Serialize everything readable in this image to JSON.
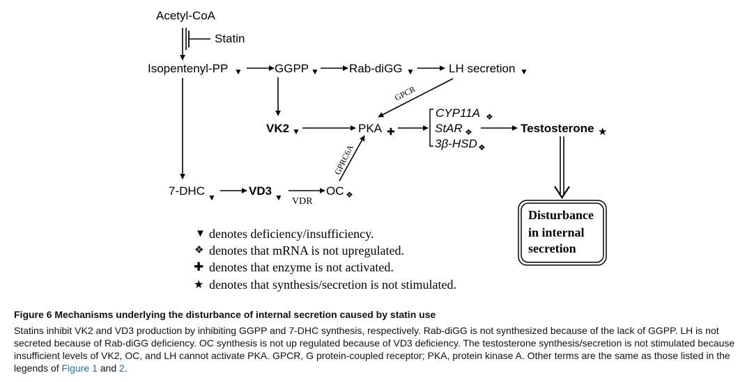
{
  "nodes": {
    "acetyl_coa": "Acetyl-CoA",
    "statin": "Statin",
    "isopentenyl_pp": "Isopentenyl-PP",
    "ggpp": "GGPP",
    "rab_digg": "Rab-diGG",
    "lh_secretion": "LH secretion",
    "vk2": "VK2",
    "pka": "PKA",
    "cyp11a": "CYP11A",
    "star": "StAR",
    "hsd": "3β-HSD",
    "testosterone": "Testosterone",
    "seven_dhc": "7-DHC",
    "vd3": "VD3",
    "oc": "OC",
    "disturbance": [
      "Disturbance",
      "in internal",
      "secretion"
    ]
  },
  "edge_labels": {
    "gpcr": "GPCR",
    "gprc6a": "GPRC6A",
    "vdr": "VDR"
  },
  "symbols": {
    "deficiency": "▼",
    "mrna": "❖",
    "enzyme": "✚",
    "synthesis": "★"
  },
  "legend": [
    {
      "symbol": "▼",
      "text": "denotes deficiency/insufficiency."
    },
    {
      "symbol": "❖",
      "text": "denotes that mRNA is not upregulated."
    },
    {
      "symbol": "✚",
      "text": "denotes that enzyme is not activated."
    },
    {
      "symbol": "★",
      "text": "denotes that synthesis/secretion is not stimulated."
    }
  ],
  "caption": {
    "title": "Figure 6 Mechanisms underlying the disturbance of internal secretion caused by statin use",
    "body": "Statins inhibit VK2 and VD3 production by inhibiting GGPP and 7-DHC synthesis, respectively. Rab-diGG is not synthesized because of the lack of GGPP. LH is not secreted because of Rab-diGG deficiency. OC synthesis is not up regulated because of VD3 deficiency. The testosterone synthesis/secretion is not stimulated because insufficient levels of VK2, OC, and LH cannot activate PKA. GPCR, G protein-coupled receptor; PKA, protein kinase A. Other terms are the same as those listed in the legends of",
    "link1": "Figure 1",
    "and": " and ",
    "link2": "2",
    "end": "."
  }
}
